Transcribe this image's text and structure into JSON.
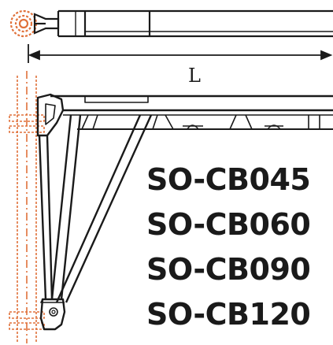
{
  "diagram": {
    "dimension_label": "L",
    "models": [
      "SO-CB045",
      "SO-CB060",
      "SO-CB090",
      "SO-CB120"
    ],
    "colors": {
      "line": "#1a1a1a",
      "highlight": "#e0713a"
    }
  }
}
